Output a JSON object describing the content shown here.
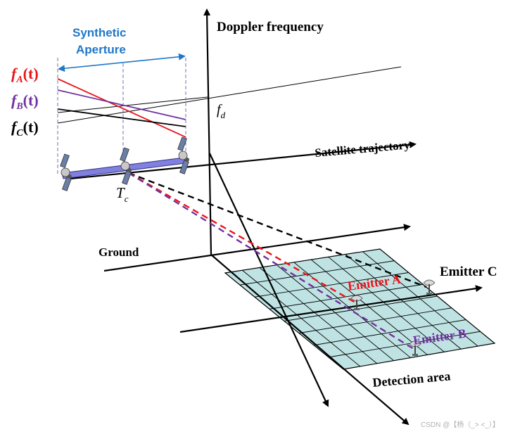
{
  "labels": {
    "doppler_axis": "Doppler frequency",
    "satellite_trajectory": "Satellite trajectory",
    "ground": "Ground",
    "detection_area": "Detection area",
    "synthetic_aperture_line1": "Synthetic",
    "synthetic_aperture_line2": "Aperture",
    "fd_base": "f",
    "fd_sub": "d",
    "tc_base": "T",
    "tc_sub": "c",
    "emitter_a": "Emitter A",
    "emitter_b": "Emitter B",
    "emitter_c": "Emitter C",
    "fa_label": "f",
    "fa_sub": "A",
    "fa_arg": "(t)",
    "fb_label": "f",
    "fb_sub": "B",
    "fb_arg": "(t)",
    "fc_label": "f",
    "fc_sub": "C",
    "fc_arg": "(t)",
    "watermark": "CSDN @【杨（_> <_）】"
  },
  "colors": {
    "emitter_a": "#e8141b",
    "emitter_b": "#7030a0",
    "emitter_c": "#000000",
    "aperture": "#1f77c8",
    "grid_fill": "#bfe3e3",
    "track": "#8080e0"
  },
  "icons": [
    "satellite-icon",
    "radio-dish-icon"
  ]
}
